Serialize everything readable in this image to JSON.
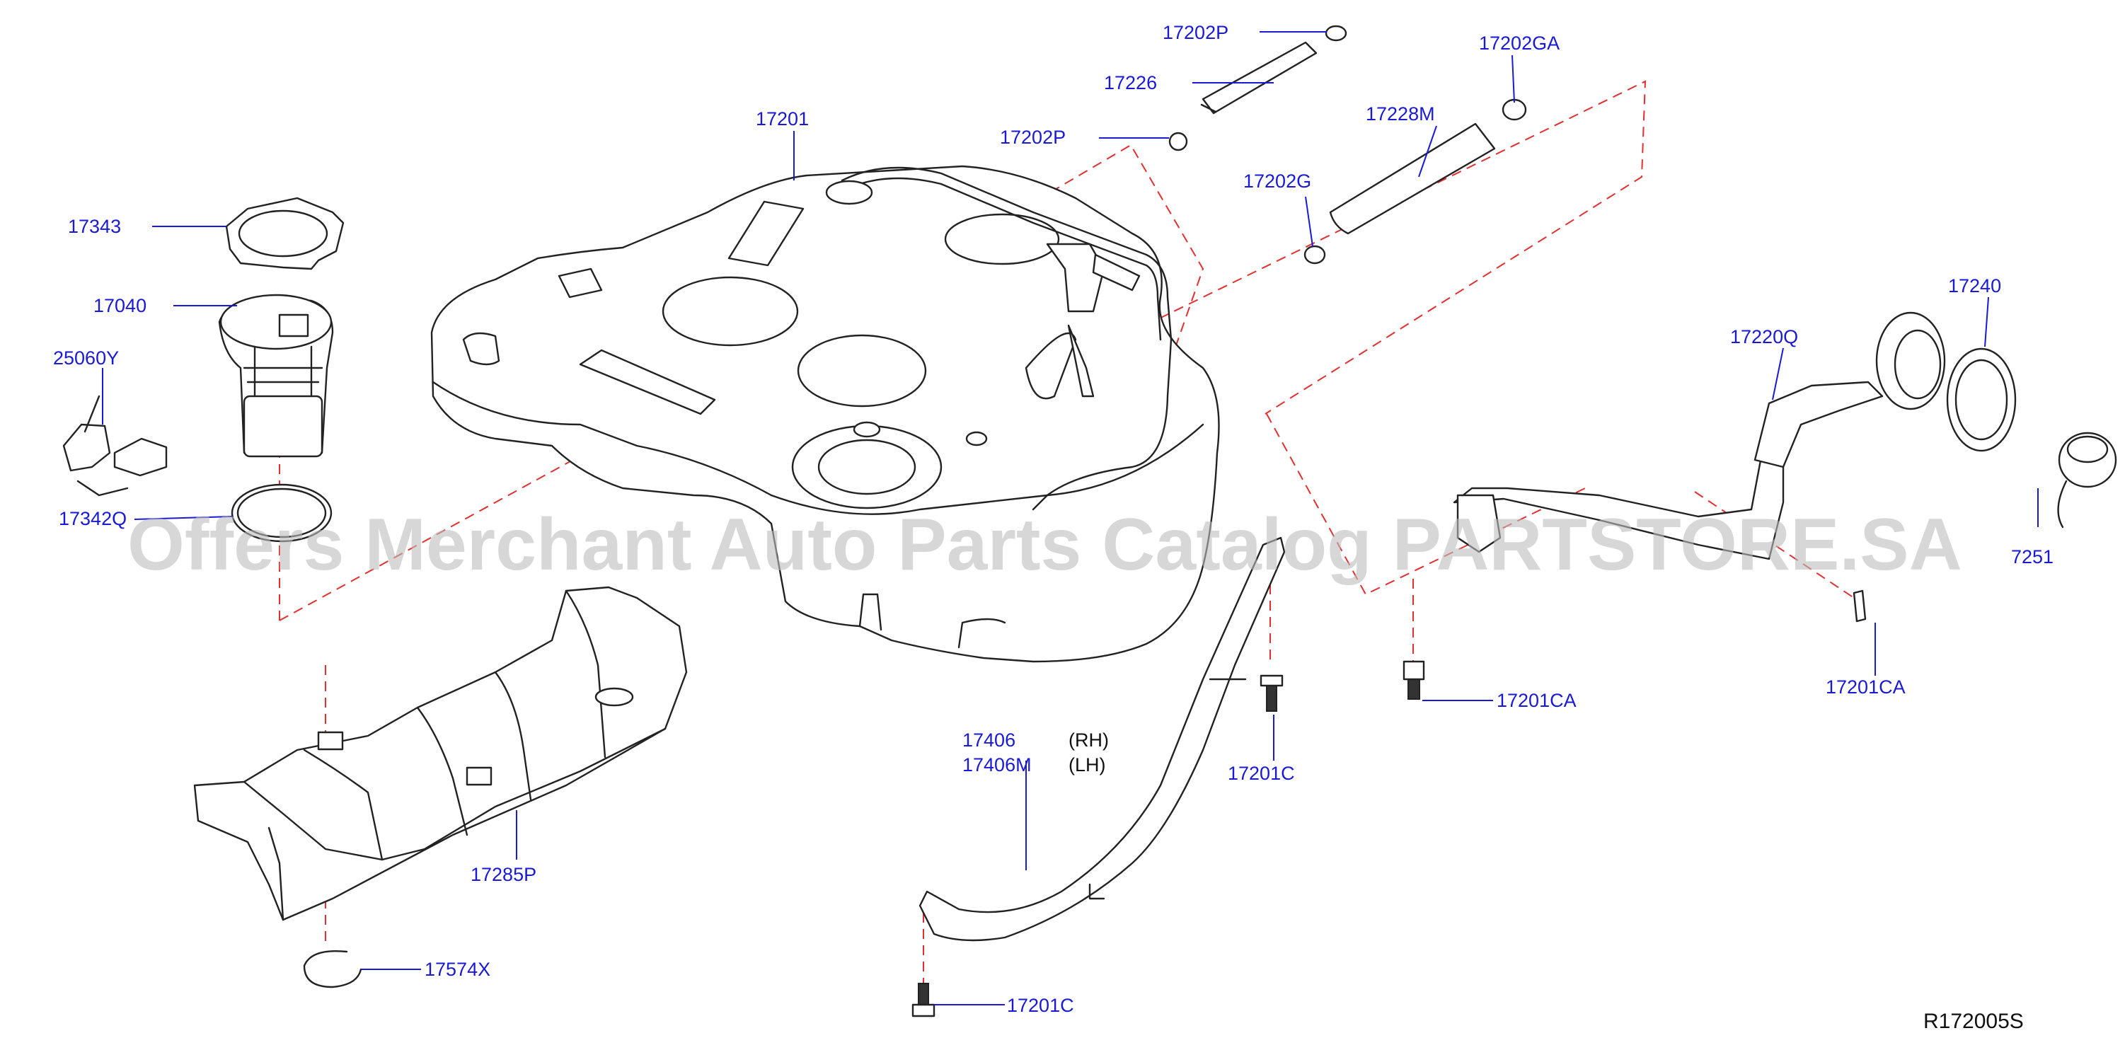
{
  "parts": {
    "p17202P_top": "17202P",
    "p17226": "17226",
    "p17202GA": "17202GA",
    "p17201": "17201",
    "p17202P_mid": "17202P",
    "p17228M": "17228M",
    "p17343": "17343",
    "p17202G": "17202G",
    "p17040": "17040",
    "p17240": "17240",
    "p25060Y": "25060Y",
    "p17220Q": "17220Q",
    "p17342Q": "17342Q",
    "p7251": "7251",
    "p17201CA_right": "17201CA",
    "p17201CA_mid": "17201CA",
    "p17406": "17406",
    "p17406_side": "(RH)",
    "p17406M": "17406M",
    "p17406M_side": "(LH)",
    "p17201C_mid": "17201C",
    "p17285P": "17285P",
    "p17574X": "17574X",
    "p17201C_bottom": "17201C"
  },
  "watermark": "Offers Merchant Auto Parts Catalog PARTSTORE.SA",
  "diagram_ref": "R172005S",
  "colors": {
    "label": "#1a1ad6",
    "guide": "#e23030",
    "outline": "#222222",
    "watermark": "#bdbdbd"
  }
}
